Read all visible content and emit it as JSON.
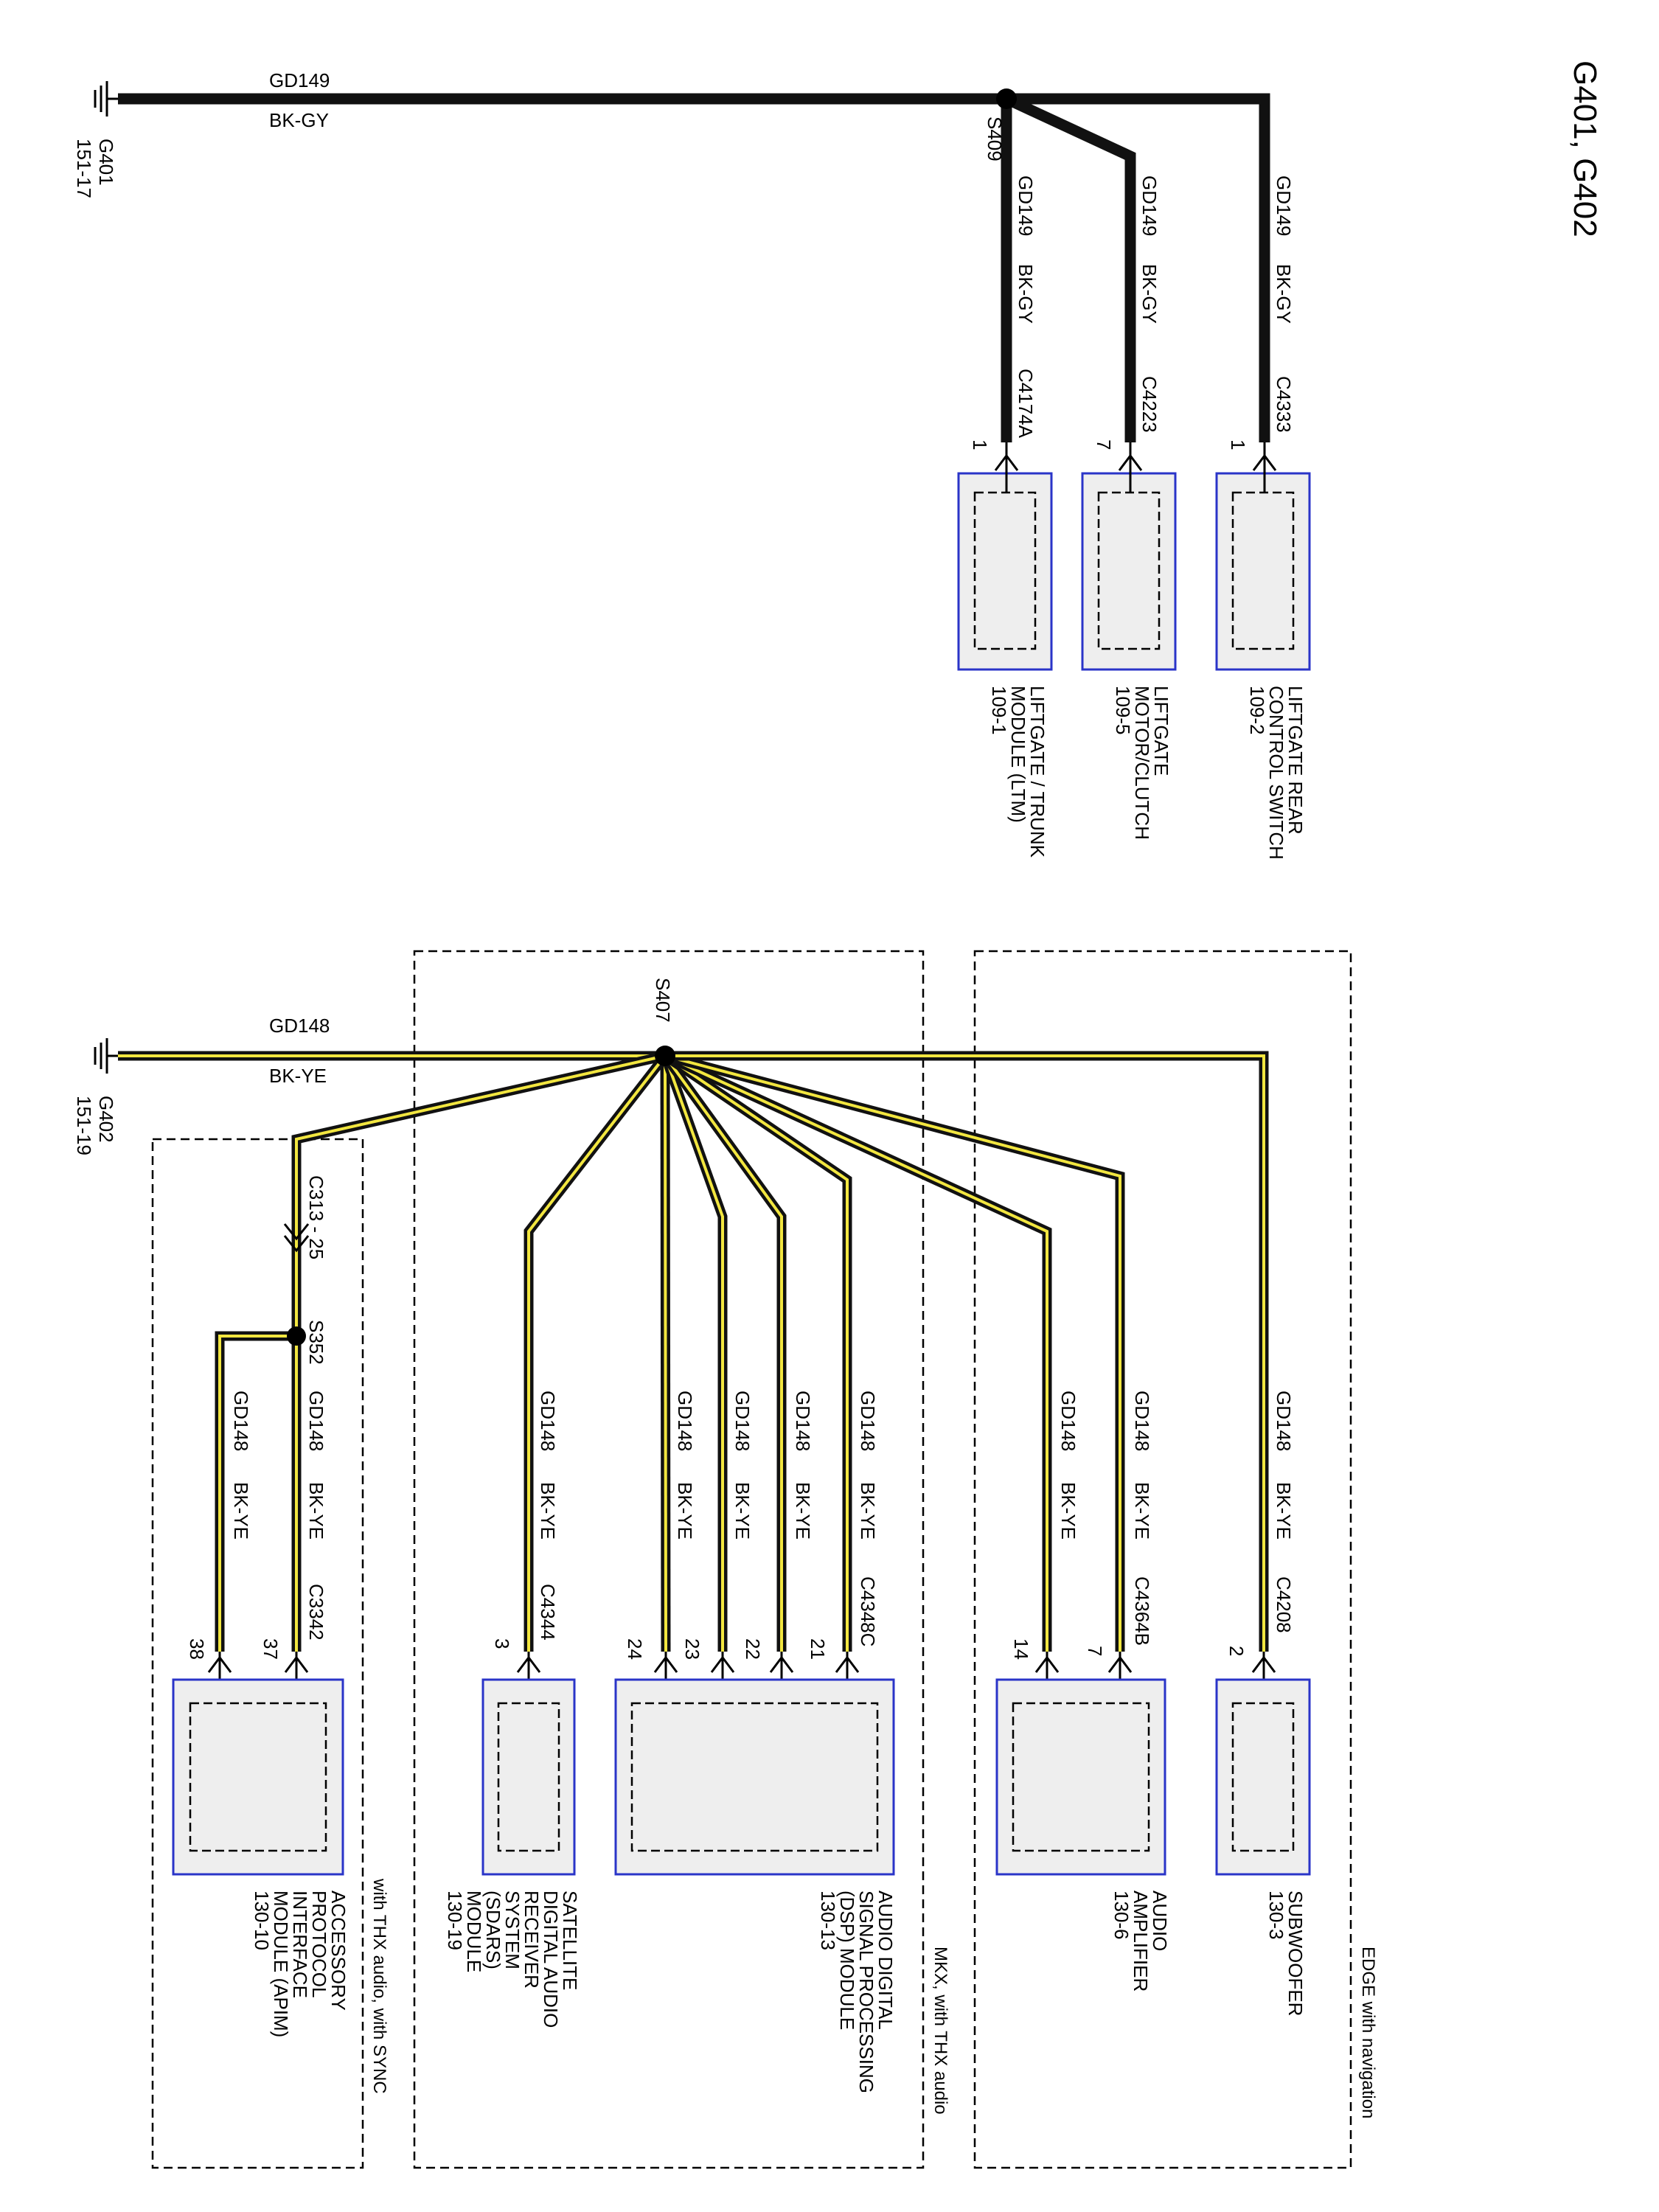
{
  "title": "G401, G402",
  "top": {
    "ground": {
      "name": "G401",
      "ref": "151-17"
    },
    "wire": {
      "circuit": "GD149",
      "color": "BK-GY"
    },
    "splice": "S409",
    "branches": [
      {
        "circuit": "GD149",
        "color": "BK-GY",
        "connector": "C4174A",
        "pin": "1",
        "component": [
          "LIFTGATE / TRUNK",
          "MODULE (LTM)",
          "109-1"
        ]
      },
      {
        "circuit": "GD149",
        "color": "BK-GY",
        "connector": "C4223",
        "pin": "7",
        "component": [
          "LIFTGATE",
          "MOTOR/CLUTCH",
          "109-5"
        ]
      },
      {
        "circuit": "GD149",
        "color": "BK-GY",
        "connector": "C4333",
        "pin": "1",
        "component": [
          "LIFTGATE REAR",
          "CONTROL SWITCH",
          "109-2"
        ]
      }
    ]
  },
  "bottom": {
    "ground": {
      "name": "G402",
      "ref": "151-19"
    },
    "wire": {
      "circuit": "GD148",
      "color": "BK-YE"
    },
    "splice": "S407",
    "inline_connector": "C313 - 25",
    "splice2": "S352",
    "groups": [
      {
        "label": "with THX audio, with SYNC"
      },
      {
        "label": "MKX, with THX audio"
      },
      {
        "label": "EDGE with navigation"
      }
    ],
    "wire_labels": [
      {
        "circuit": "GD148",
        "color": "BK-YE",
        "connector": ""
      },
      {
        "circuit": "GD148",
        "color": "BK-YE",
        "connector": "C3342"
      },
      {
        "circuit": "GD148",
        "color": "BK-YE",
        "connector": "C4344"
      },
      {
        "circuit": "GD148",
        "color": "BK-YE",
        "connector": ""
      },
      {
        "circuit": "GD148",
        "color": "BK-YE",
        "connector": ""
      },
      {
        "circuit": "GD148",
        "color": "BK-YE",
        "connector": ""
      },
      {
        "circuit": "GD148",
        "color": "BK-YE",
        "connector": "C4348C"
      },
      {
        "circuit": "GD148",
        "color": "BK-YE",
        "connector": ""
      },
      {
        "circuit": "GD148",
        "color": "BK-YE",
        "connector": "C4364B"
      },
      {
        "circuit": "GD148",
        "color": "BK-YE",
        "connector": "C4208"
      }
    ],
    "pins": [
      "38",
      "37",
      "3",
      "24",
      "23",
      "22",
      "21",
      "14",
      "7",
      "2"
    ],
    "components": [
      {
        "lines": [
          "ACCESSORY",
          "PROTOCOL",
          "INTERFACE",
          "MODULE (APIM)",
          "130-10"
        ]
      },
      {
        "lines": [
          "SATELLITE",
          "DIGITAL AUDIO",
          "RECEIVER",
          "SYSTEM",
          "(SDARS)",
          "MODULE",
          "130-19"
        ]
      },
      {
        "lines": [
          "AUDIO DIGITAL",
          "SIGNAL PROCESSING",
          "(DSP) MODULE",
          "130-13"
        ]
      },
      {
        "lines": [
          "AUDIO",
          "AMPLIFIER",
          "130-6"
        ]
      },
      {
        "lines": [
          "SUBWOOFER",
          "130-3"
        ]
      }
    ]
  },
  "colors": {
    "wire_black": "#111111",
    "wire_yellow": "#f2e640",
    "module_border": "#2a34c8",
    "module_fill": "#eeeeee"
  }
}
